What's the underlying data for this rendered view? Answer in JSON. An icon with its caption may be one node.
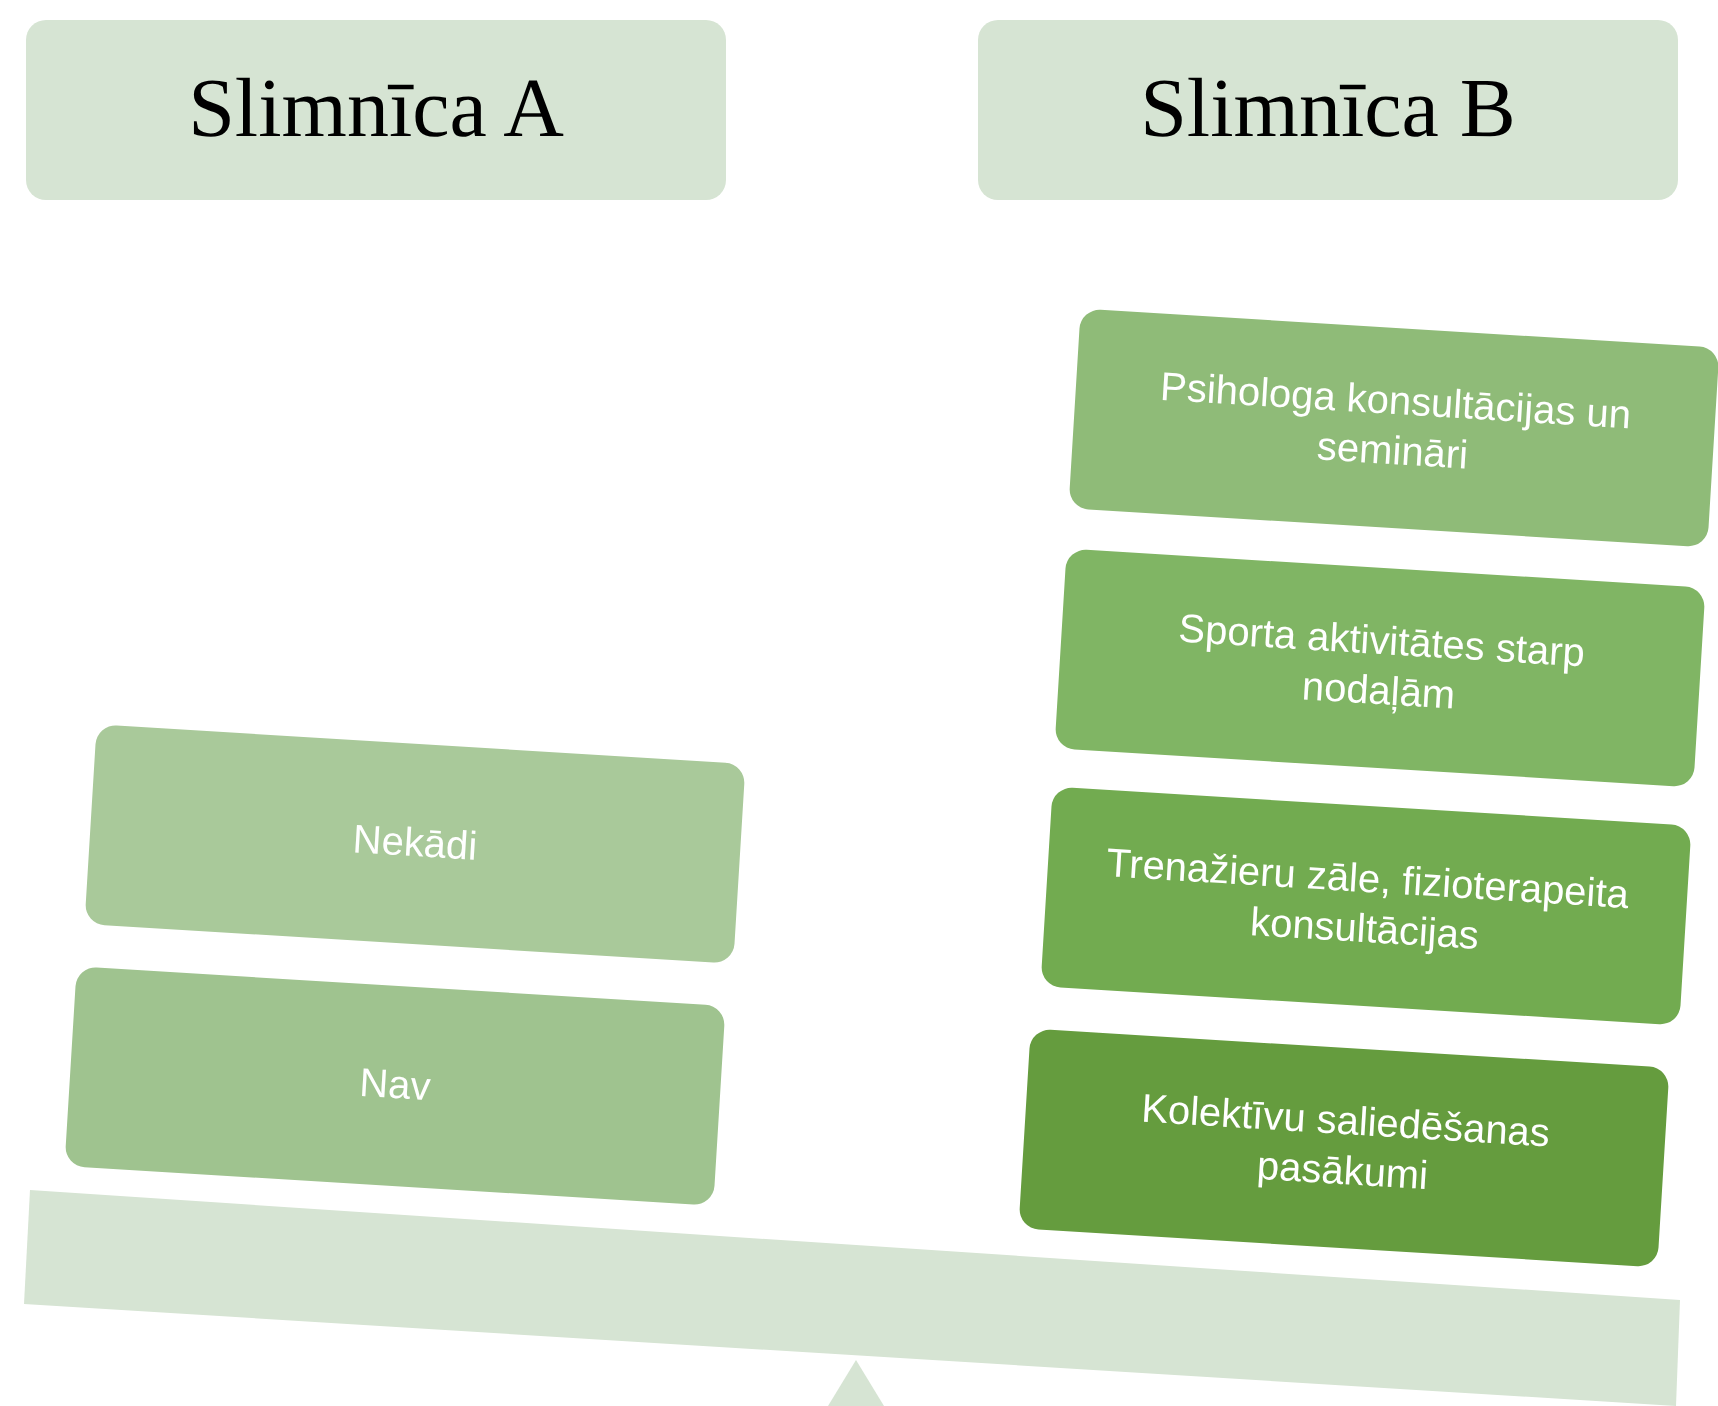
{
  "diagram": {
    "nodes": [
      {
        "text": [
          "Slimnīca A"
        ]
      },
      {
        "text": [
          "Slimnīca B"
        ]
      },
      {
        "text": [
          "Nekādi"
        ]
      },
      {
        "text": [
          "Nav"
        ]
      },
      {
        "text": [
          "Psihologa konsultācijas un semināri"
        ]
      },
      {
        "text": [
          "Sporta aktivitātes starp nodaļām"
        ]
      },
      {
        "text": [
          "Trenažieru zāle, fizioterapeita konsultācijas"
        ]
      },
      {
        "text": [
          "Kolektīvu saliedēšanas pasākumi"
        ]
      }
    ]
  }
}
